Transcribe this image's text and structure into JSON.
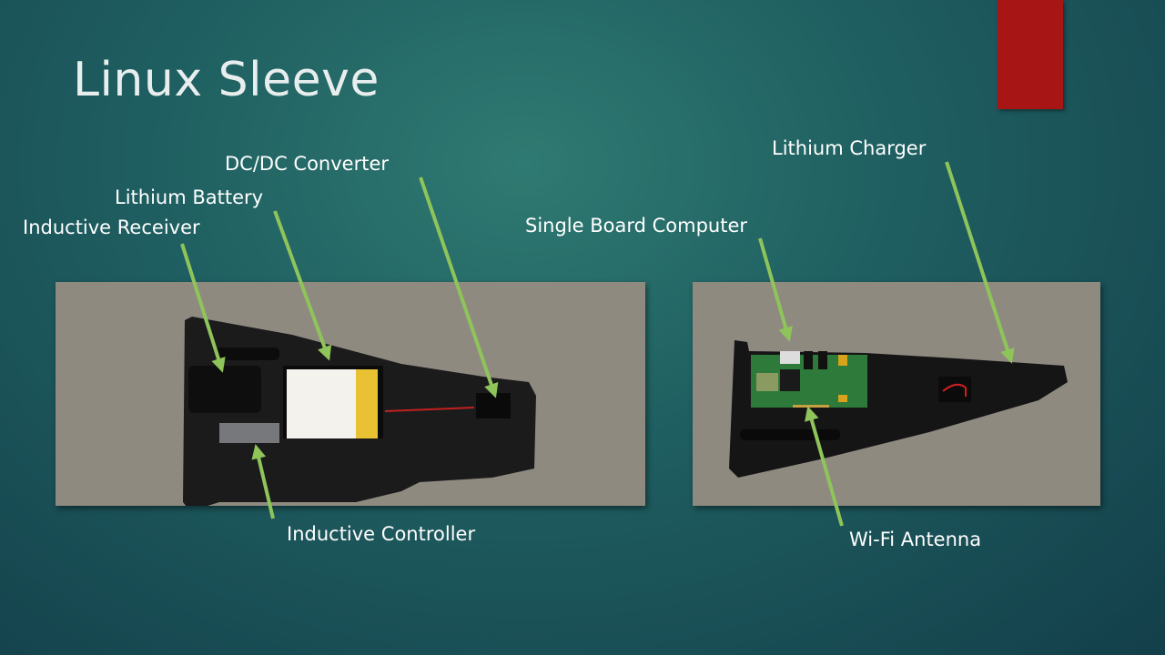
{
  "slide": {
    "title": "Linux Sleeve",
    "accent_color": "#a81515",
    "arrow_color": "#8fc45a",
    "labels": {
      "inductive_receiver": "Inductive Receiver",
      "lithium_battery": "Lithium Battery",
      "dcdc_converter": "DC/DC Converter",
      "inductive_controller": "Inductive Controller",
      "single_board_computer": "Single Board Computer",
      "lithium_charger": "Lithium Charger",
      "wifi_antenna": "Wi-Fi Antenna"
    }
  }
}
